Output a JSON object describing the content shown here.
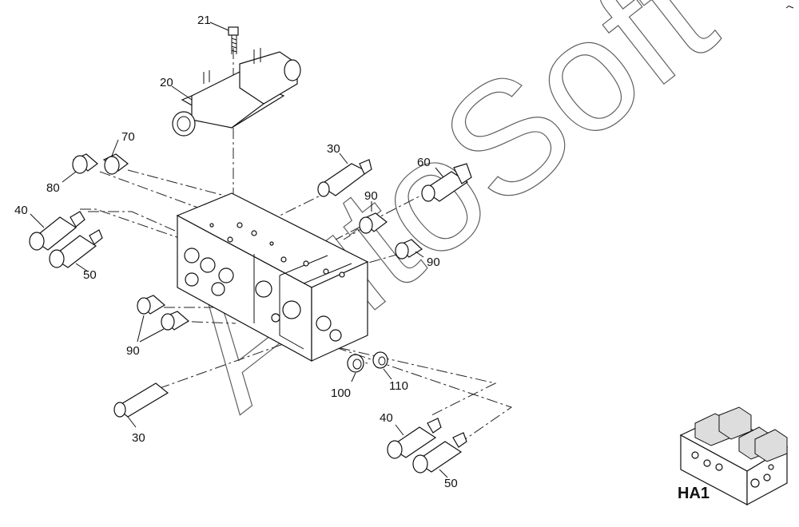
{
  "watermark": "AutoSoft",
  "inset_label": "HA1",
  "callouts": {
    "c21": "21",
    "c20": "20",
    "c70": "70",
    "c80": "80",
    "c30_top": "30",
    "c60": "60",
    "c90_top": "90",
    "c40_left": "40",
    "c50_left": "50",
    "c90_right": "90",
    "c90_left": "90",
    "c100": "100",
    "c110": "110",
    "c30_bottom": "30",
    "c40_bottom": "40",
    "c50_bottom": "50"
  }
}
